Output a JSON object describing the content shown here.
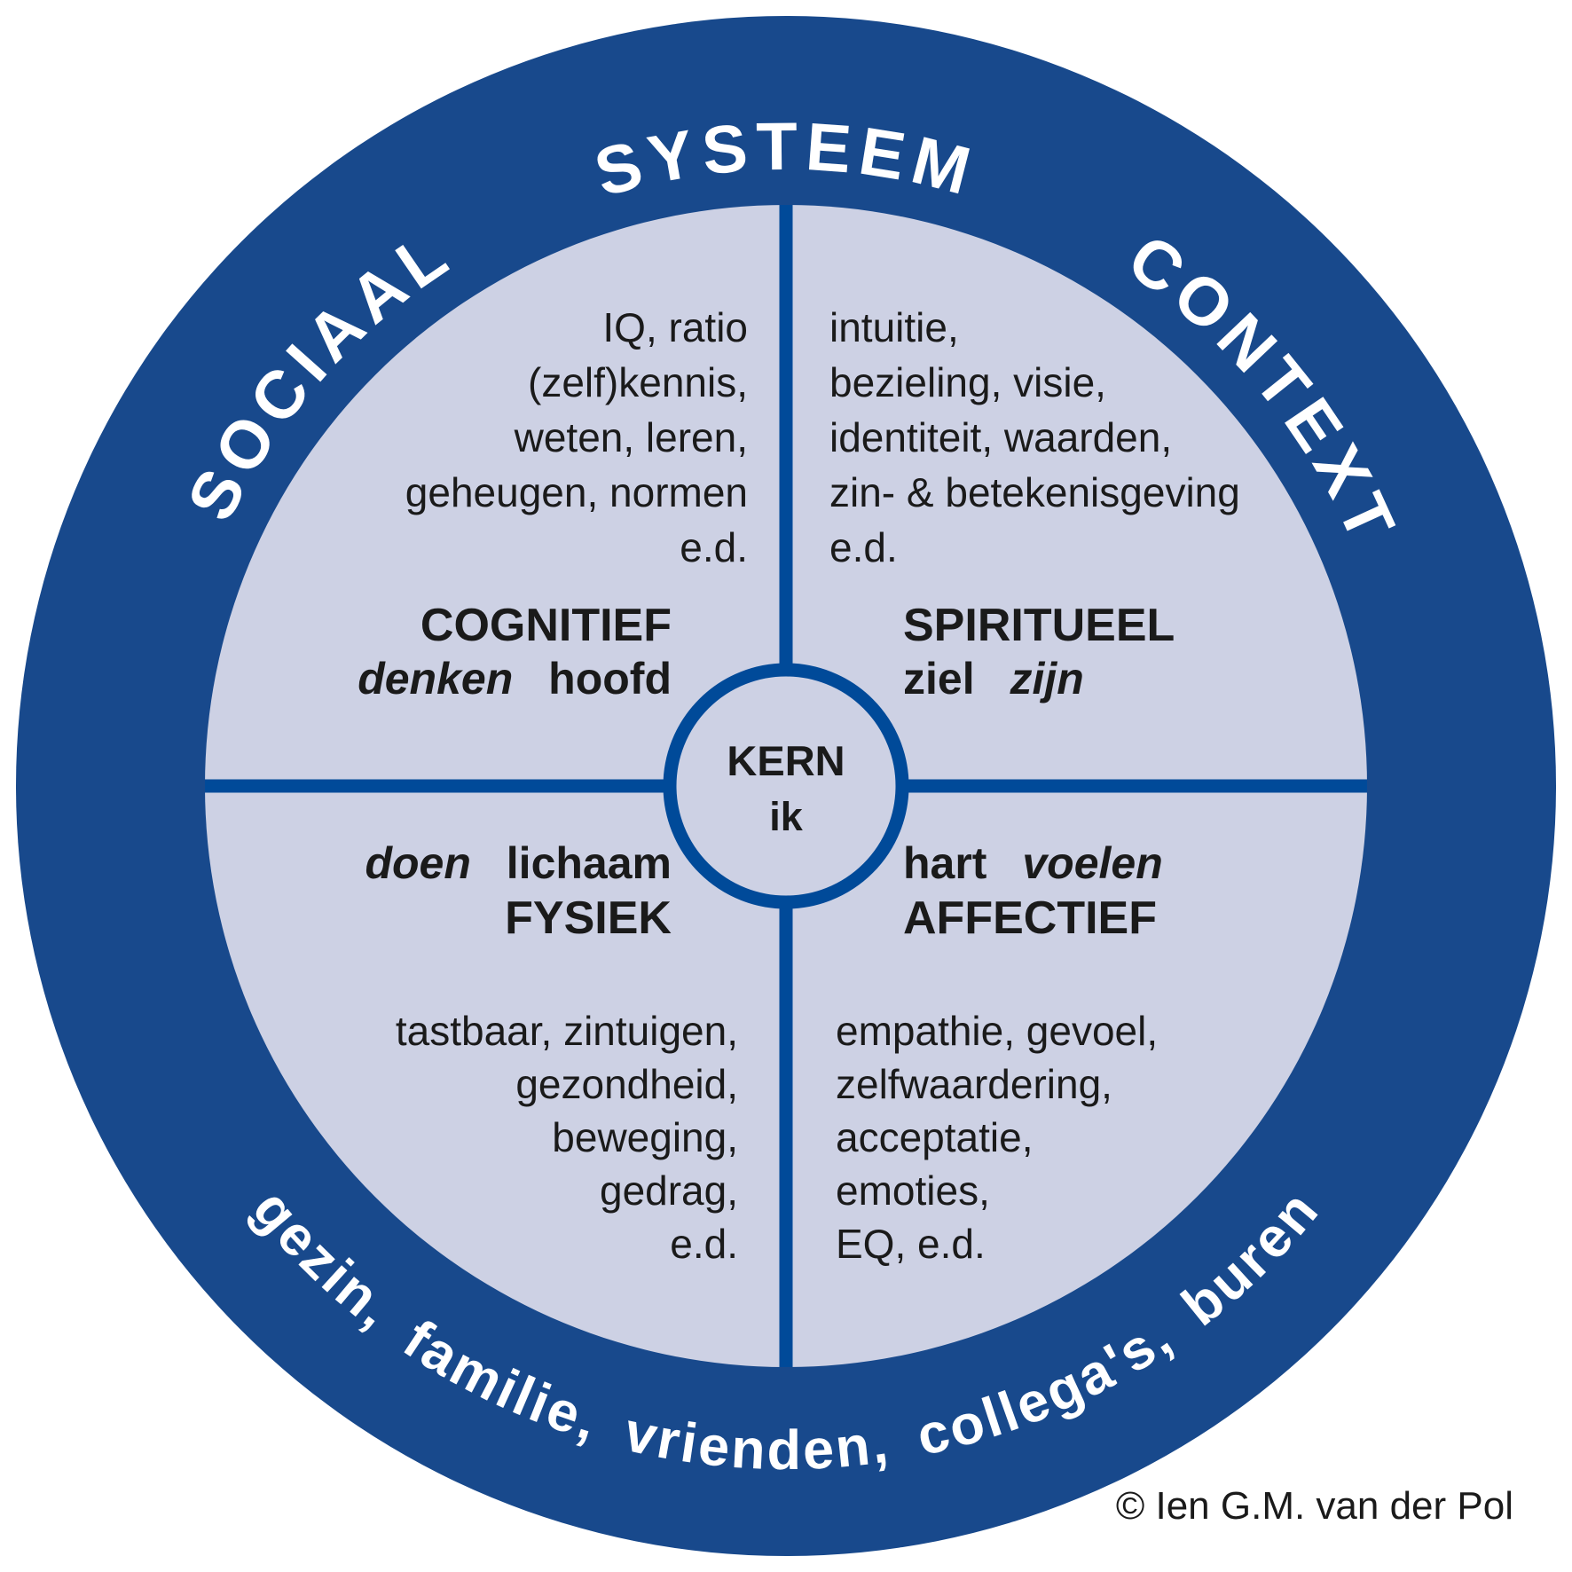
{
  "colors": {
    "ring_blue": "#18498C",
    "divider_blue": "#004A99",
    "quadrant_fill": "#CDD1E4",
    "ring_text": "#FFFFFF",
    "text_dark": "#1A1A1A"
  },
  "ring": {
    "top_label": "SYSTEEM",
    "left_label": "SOCIAAL",
    "right_label": "CONTEXT",
    "bottom_label": "gezin, familie, vrienden, collega's, buren"
  },
  "center": {
    "line1": "KERN",
    "line2": "ik"
  },
  "quadrants": {
    "cognitief": {
      "title": "COGNITIEF",
      "sub_italic": "denken",
      "sub_regular": "hoofd",
      "list": [
        "IQ, ratio",
        "(zelf)kennis,",
        "weten, leren,",
        "geheugen, normen",
        "e.d."
      ]
    },
    "spiritueel": {
      "title": "SPIRITUEEL",
      "sub_regular": "ziel",
      "sub_italic": "zijn",
      "list": [
        "intuitie,",
        "bezieling, visie,",
        "identiteit, waarden,",
        "zin- & betekenisgeving",
        "e.d."
      ]
    },
    "fysiek": {
      "title": "FYSIEK",
      "sub_italic": "doen",
      "sub_regular": "lichaam",
      "list": [
        "tastbaar, zintuigen,",
        "gezondheid,",
        "beweging,",
        "gedrag,",
        "e.d."
      ]
    },
    "affectief": {
      "title": "AFFECTIEF",
      "sub_regular": "hart",
      "sub_italic": "voelen",
      "list": [
        "empathie, gevoel,",
        "zelfwaardering,",
        "acceptatie,",
        "emoties,",
        "EQ, e.d."
      ]
    }
  },
  "credit": "© Ien G.M. van der Pol"
}
